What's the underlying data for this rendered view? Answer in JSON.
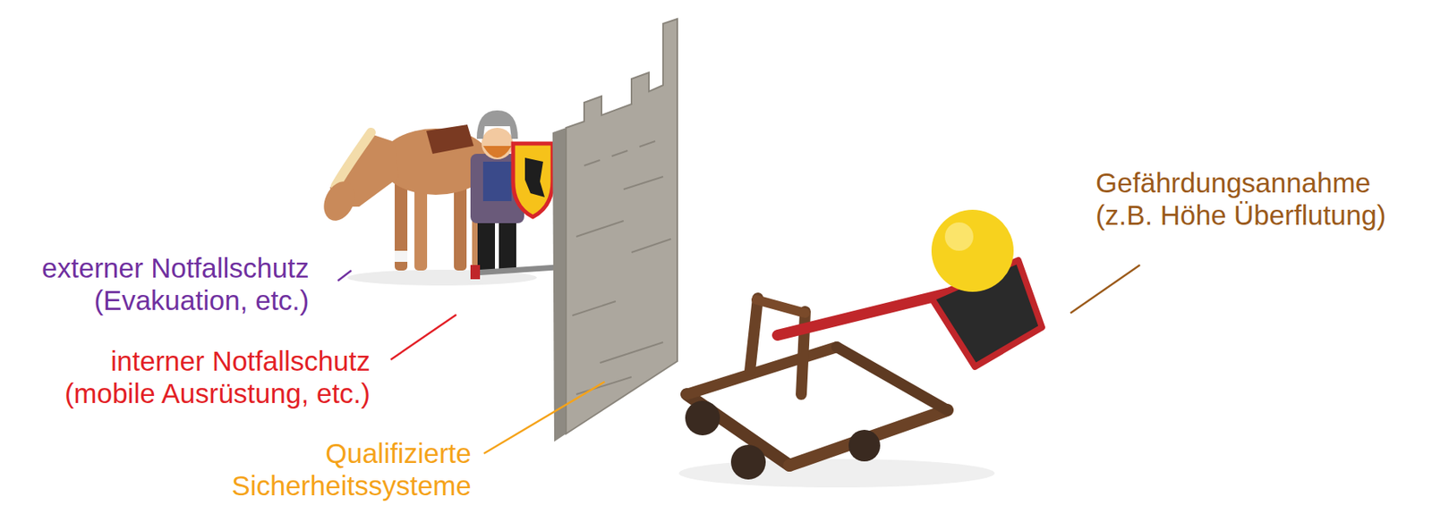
{
  "diagram": {
    "labels": [
      "externer Notfallschutz (Evakuation, etc.)",
      "interner Notfallschutz (mobile Ausrüstung, etc.)",
      "Qualifizierte Sicherheitssysteme",
      "Gefährdungsannahme (z.B. Höhe Überflutung)"
    ]
  }
}
